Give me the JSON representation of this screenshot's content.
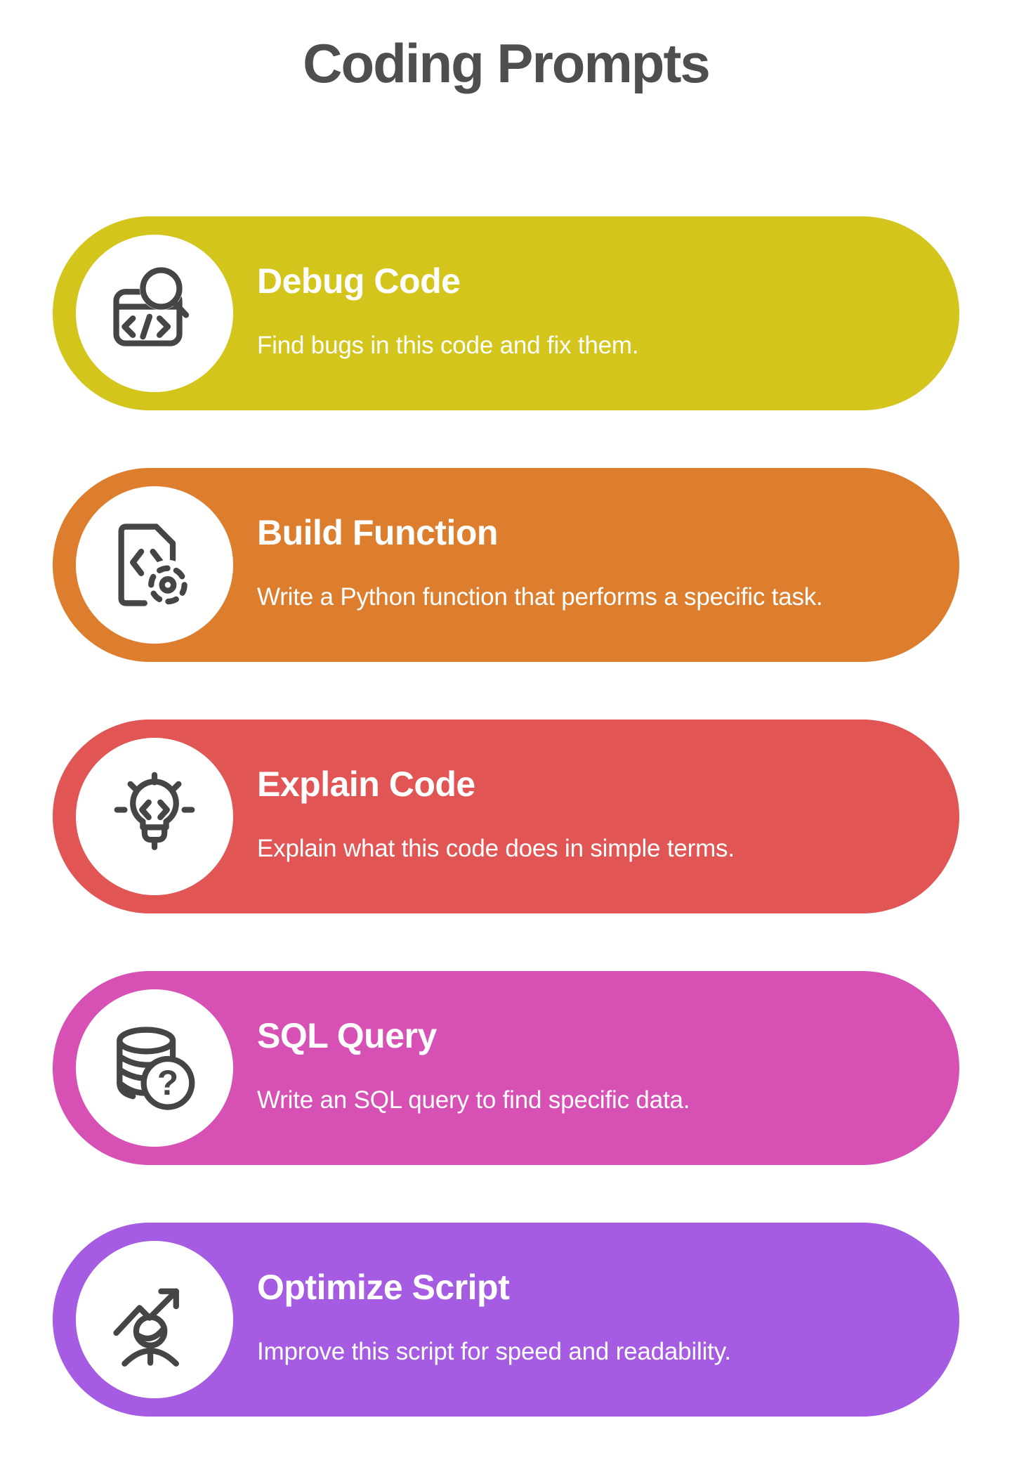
{
  "page": {
    "title": "Coding Prompts"
  },
  "cards": [
    {
      "title": "Debug Code",
      "subtitle": "Find bugs in this code and fix them.",
      "color": "#d4c51d",
      "icon": "code-window-magnifier-icon"
    },
    {
      "title": "Build Function",
      "subtitle": "Write a Python function that performs a specific task.",
      "color": "#dd7e2e",
      "icon": "code-file-gear-icon"
    },
    {
      "title": "Explain Code",
      "subtitle": "Explain what this code does in simple terms.",
      "color": "#e15555",
      "icon": "lightbulb-code-icon"
    },
    {
      "title": "SQL Query",
      "subtitle": "Write an SQL query to find specific data.",
      "color": "#d751b4",
      "icon": "database-question-icon",
      "icon_glyph": "?"
    },
    {
      "title": "Optimize Script",
      "subtitle": "Improve this script for speed and readability.",
      "color": "#a55ce2",
      "icon": "person-growth-arrow-icon"
    }
  ],
  "colors": {
    "title_text": "#4e4e4e",
    "card_text": "#ffffff",
    "icon_stroke": "#454545",
    "background": "#ffffff"
  }
}
